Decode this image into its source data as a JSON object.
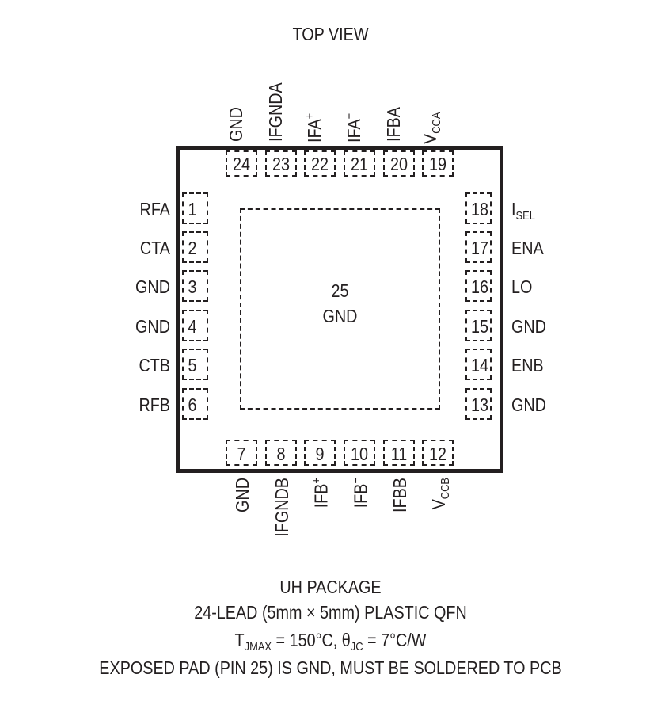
{
  "title": "TOP VIEW",
  "package": {
    "exposed_pad": {
      "number": "25",
      "name": "GND"
    },
    "pins_left": [
      {
        "num": "1",
        "name": "RFA"
      },
      {
        "num": "2",
        "name": "CTA"
      },
      {
        "num": "3",
        "name": "GND"
      },
      {
        "num": "4",
        "name": "GND"
      },
      {
        "num": "5",
        "name": "CTB"
      },
      {
        "num": "6",
        "name": "RFB"
      }
    ],
    "pins_bottom": [
      {
        "num": "7",
        "name": "GND"
      },
      {
        "num": "8",
        "name": "IFGNDB"
      },
      {
        "num": "9",
        "name": "IFB",
        "sup": "+"
      },
      {
        "num": "10",
        "name": "IFB",
        "sup": "−"
      },
      {
        "num": "11",
        "name": "IFBB"
      },
      {
        "num": "12",
        "name": "V",
        "sub": "CCB"
      }
    ],
    "pins_right": [
      {
        "num": "13",
        "name": "GND"
      },
      {
        "num": "14",
        "name": "ENB"
      },
      {
        "num": "15",
        "name": "GND"
      },
      {
        "num": "16",
        "name": "LO"
      },
      {
        "num": "17",
        "name": "ENA"
      },
      {
        "num": "18",
        "name": "I",
        "sub": "SEL"
      }
    ],
    "pins_top": [
      {
        "num": "19",
        "name": "V",
        "sub": "CCA"
      },
      {
        "num": "20",
        "name": "IFBA"
      },
      {
        "num": "21",
        "name": "IFA",
        "sup": "−"
      },
      {
        "num": "22",
        "name": "IFA",
        "sup": "+"
      },
      {
        "num": "23",
        "name": "IFGNDA"
      },
      {
        "num": "24",
        "name": "GND"
      }
    ]
  },
  "footer": {
    "line1": "UH PACKAGE",
    "line2": "24-LEAD (5mm × 5mm) PLASTIC QFN",
    "line3_t": "T",
    "line3_t_sub": "JMAX",
    "line3_mid": " = 150°C, θ",
    "line3_theta_sub": "JC",
    "line3_end": " = 7°C/W",
    "line4": "EXPOSED PAD (PIN 25) IS GND, MUST BE SOLDERED TO PCB"
  }
}
